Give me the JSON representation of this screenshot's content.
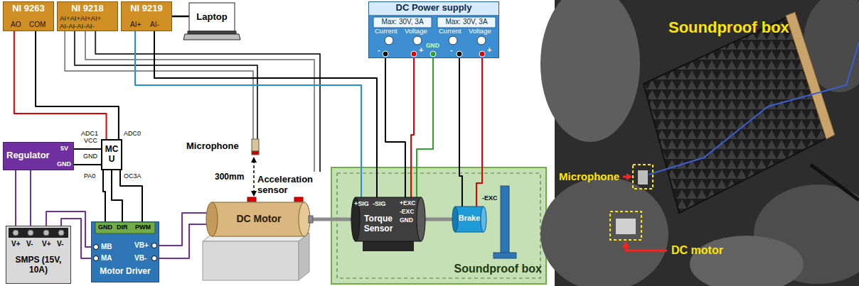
{
  "diagram": {
    "nodes": [
      {
        "text": [
          "NI 9263",
          "AO",
          "COM"
        ]
      },
      {
        "text": [
          "NI 9218",
          "AI+AI+AI+AI+",
          "AI-AI-AI-AI-"
        ]
      },
      {
        "text": [
          "NI 9219",
          "AI+",
          "AI-"
        ]
      },
      {
        "text": [
          "Laptop"
        ]
      },
      {
        "text": [
          "DC Power supply",
          "Max: 30V, 3A",
          "Max: 30V, 3A",
          "Current",
          "Voltage",
          "Current",
          "Voltage",
          "GND",
          "-",
          "+",
          "-",
          "+"
        ]
      },
      {
        "text": [
          "Regulator",
          "5V",
          "GND"
        ]
      },
      {
        "text": [
          "MC U",
          "ADC1",
          "ADC0",
          "VCC",
          "GND",
          "PA0",
          "OC3A"
        ]
      },
      {
        "text": [
          "SMPS (15V, 10A)",
          "V+",
          "V-",
          "V+",
          "V-"
        ]
      },
      {
        "text": [
          "Motor Driver",
          "GND",
          "DIR",
          "PWM",
          "VB+",
          "VB-",
          "MB",
          "MA"
        ]
      },
      {
        "text": [
          "Microphone"
        ]
      },
      {
        "text": [
          "Acceleration sensor"
        ]
      },
      {
        "text": [
          "DC Motor"
        ]
      },
      {
        "text": [
          "Soundproof box"
        ]
      },
      {
        "text": [
          "Torque Sensor",
          "+SIG",
          "-SIG",
          "+EXC",
          "-EXC",
          "GND"
        ],
        "in": 12
      },
      {
        "text": [
          "Brake",
          "-EXC"
        ],
        "in": 12
      }
    ],
    "edges": [
      {
        "from": 0,
        "to": 6,
        "arrow": "none"
      },
      {
        "from": 0,
        "to": 6,
        "arrow": "none"
      },
      {
        "from": 1,
        "to": 9,
        "arrow": "none"
      },
      {
        "from": 1,
        "to": 9,
        "arrow": "none"
      },
      {
        "from": 1,
        "to": 10,
        "arrow": "none"
      },
      {
        "from": 1,
        "to": 10,
        "arrow": "none"
      },
      {
        "from": 2,
        "to": 13,
        "arrow": "none"
      },
      {
        "from": 2,
        "to": 13,
        "arrow": "none"
      },
      {
        "from": 2,
        "to": 3,
        "arrow": "none"
      },
      {
        "from": 4,
        "to": 13,
        "arrow": "none"
      },
      {
        "from": 4,
        "to": 13,
        "arrow": "none"
      },
      {
        "from": 4,
        "to": 13,
        "arrow": "none"
      },
      {
        "from": 4,
        "to": 14,
        "arrow": "none"
      },
      {
        "from": 4,
        "to": 14,
        "arrow": "none"
      },
      {
        "from": 5,
        "to": 6,
        "arrow": "none"
      },
      {
        "from": 5,
        "to": 6,
        "arrow": "none"
      },
      {
        "from": 7,
        "to": 5,
        "arrow": "none"
      },
      {
        "from": 7,
        "to": 5,
        "arrow": "none"
      },
      {
        "from": 7,
        "to": 8,
        "arrow": "none"
      },
      {
        "from": 7,
        "to": 8,
        "arrow": "none"
      },
      {
        "from": 6,
        "to": 8,
        "arrow": "none"
      },
      {
        "from": 6,
        "to": 8,
        "arrow": "none"
      },
      {
        "from": 6,
        "to": 8,
        "arrow": "none"
      },
      {
        "from": 8,
        "to": 11,
        "arrow": "none"
      },
      {
        "from": 8,
        "to": 11,
        "arrow": "none"
      },
      {
        "from": 11,
        "to": 13,
        "arrow": "none"
      },
      {
        "from": 13,
        "to": 14,
        "arrow": "none"
      }
    ],
    "labels": [
      "300mm",
      "Microphone",
      "Soundproof box",
      "DC motor"
    ]
  }
}
